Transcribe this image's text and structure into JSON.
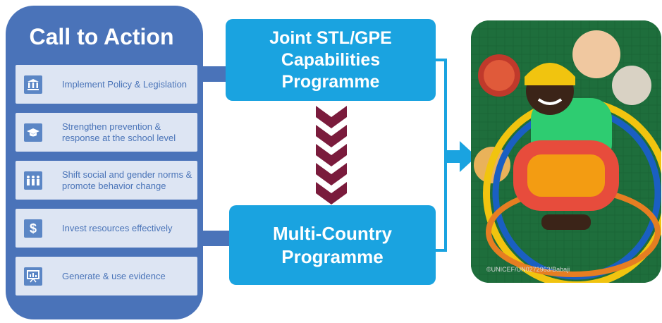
{
  "call_to_action": {
    "title": "Call to Action",
    "items": [
      {
        "icon": "building-icon",
        "label": "Implement Policy & Legislation"
      },
      {
        "icon": "graduation-cap-icon",
        "label": "Strengthen prevention & response at the school level"
      },
      {
        "icon": "people-group-icon",
        "label": "Shift social and gender norms & promote behavior change"
      },
      {
        "icon": "dollar-icon",
        "label": "Invest resources effectively"
      },
      {
        "icon": "presentation-board-icon",
        "label": "Generate & use evidence"
      }
    ]
  },
  "programmes": {
    "joint": "Joint STL/GPE Capabilities Programme",
    "multi_country": "Multi-Country Programme"
  },
  "photo": {
    "credit": "©UNICEF/UN0272963/Babaji"
  },
  "colors": {
    "panel": "#4a73b9",
    "item_bg": "#dde5f3",
    "box": "#1aa3e0",
    "chevron": "#7a1b3c"
  }
}
